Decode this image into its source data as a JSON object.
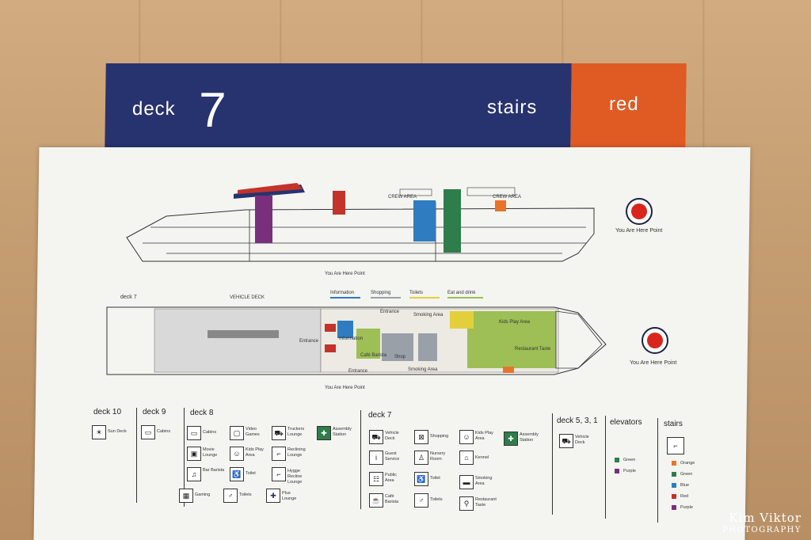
{
  "header": {
    "deck_word": "deck",
    "deck_number": "7",
    "stairs_word": "stairs",
    "stairs_color": "red"
  },
  "side_view": {
    "you_are_here": "You Are Here Point",
    "you_are_here_small": "You Are Here Point",
    "crew_area_1": "CREW AREA",
    "crew_area_2": "CREW AREA"
  },
  "plan": {
    "deck_label": "deck 7",
    "vehicle_deck": "VEHICLE DECK",
    "cat_information": "Information",
    "cat_shopping": "Shopping",
    "cat_toilets": "Toilets",
    "cat_eat": "Eat and drink",
    "entrance_1": "Entrance",
    "entrance_2": "Entrance",
    "entrance_3": "Entrance",
    "information": "Information",
    "smoking_1": "Smoking Area",
    "smoking_2": "Smoking Area",
    "cafe": "Café Barista",
    "shop": "Shop",
    "kids_play": "Kids Play Area",
    "restaurant": "Restaurant Taste",
    "you_are_here": "You Are Here Point",
    "you_are_here_small": "You Are Here Point"
  },
  "legend": {
    "deck10": {
      "title": "deck 10",
      "items": [
        "Sun Deck"
      ]
    },
    "deck9": {
      "title": "deck 9",
      "items": [
        "Cabins"
      ]
    },
    "deck8": {
      "title": "deck 8",
      "items": [
        "Cabins",
        "Video Games",
        "Truckers Lounge",
        "Assembly Station",
        "Movie Lounge",
        "Kids Play Area",
        "Reclining Lounge",
        "Bar Barista",
        "Toilet",
        "Hygge Recline Lounge",
        "Gaming",
        "Toilets",
        "Plus Lounge"
      ]
    },
    "deck7": {
      "title": "deck 7",
      "items": [
        "Vehicle Deck",
        "Shopping",
        "Kids Play Area",
        "Assembly Station",
        "Guest Service",
        "Nursery Room",
        "Kennel",
        "Public Area",
        "Toilet",
        "Smoking Area",
        "Café Barista",
        "Toilets",
        "Restaurant Taste"
      ]
    },
    "deck531": {
      "title": "deck 5, 3, 1",
      "items": [
        "Vehicle Deck"
      ]
    },
    "elevators": {
      "title": "elevators",
      "items": [
        "Green",
        "Purple"
      ]
    },
    "stairs": {
      "title": "stairs",
      "items": [
        "Orange",
        "Green",
        "Blue",
        "Red",
        "Purple"
      ]
    }
  },
  "colors": {
    "navy": "#27336e",
    "red": "#e05a24",
    "green": "#2e7d4a",
    "purple": "#7a2f7c",
    "blue": "#2f7cc0",
    "orange": "#e8742a",
    "red_stair": "#c3332a"
  },
  "watermark": {
    "line1": "Kim Viktor",
    "line2": "PHOTOGRAPHY"
  }
}
